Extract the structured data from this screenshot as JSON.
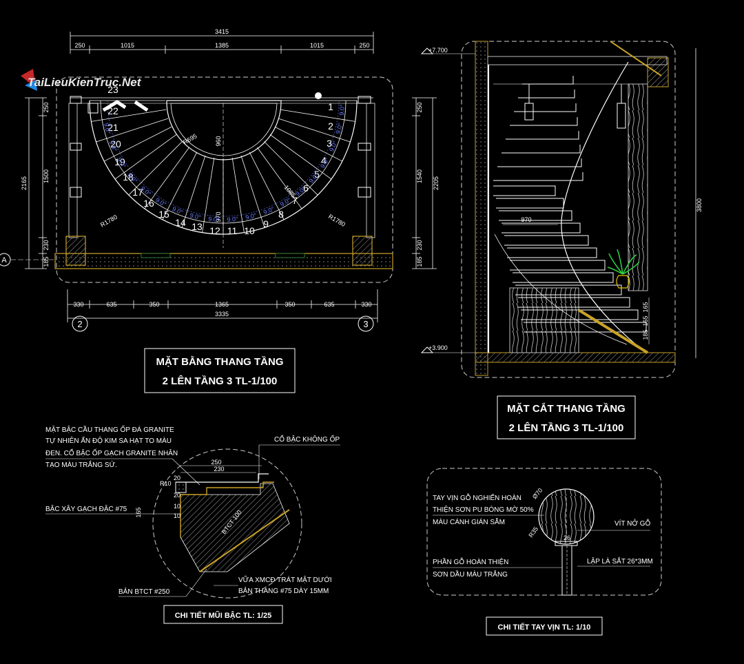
{
  "watermark": "TaiLieuKienTruc.Net",
  "plan": {
    "title_line1": "MẶT BẰNG THANG TẦNG",
    "title_line2": "2 LÊN TẦNG 3 TL-1/100",
    "dims_top": [
      "3415",
      "250",
      "1015",
      "1385",
      "1015",
      "250"
    ],
    "dims_bottom": [
      "330",
      "635",
      "350",
      "1365",
      "350",
      "635",
      "330",
      "3335"
    ],
    "dims_left": [
      "250",
      "1500",
      "230",
      "185",
      "2165"
    ],
    "dims_right": [
      "250",
      "1540",
      "230",
      "185",
      "2205"
    ],
    "radius_inner": "R695",
    "radius_outer": "R1780",
    "depth_center": "960",
    "width_center": "970",
    "tread_label": "1085",
    "angle": "9.0°",
    "steps": [
      "1",
      "2",
      "3",
      "4",
      "5",
      "6",
      "7",
      "8",
      "9",
      "10",
      "11",
      "12",
      "13",
      "14",
      "15",
      "16",
      "17",
      "18",
      "19",
      "20",
      "21",
      "22",
      "23"
    ],
    "axis_a": "A",
    "axis_2": "2",
    "axis_3": "3"
  },
  "section": {
    "title_line1": "MẶT CẮT THANG TẦNG",
    "title_line2": "2 LÊN TẦNG 3 TL-1/100",
    "level_top": "+7.700",
    "level_bottom": "+3.900",
    "height": "3800",
    "width": "970",
    "riser1": "165",
    "riser2": "165",
    "riser3": "185"
  },
  "detail_step": {
    "title": "CHI TIẾT MŨI BẬC TL: 1/25",
    "note_finish": [
      "MẶT BẬC CẦU THANG ỐP ĐÁ GRANITE",
      "TỰ NHIÊN ẤN ĐỘ KIM SA HẠT TO MÀU",
      "ĐEN. CỔ BẬC ỐP GẠCH GRANITE NHÂN",
      "TẠO MÀU TRẮNG SỨ."
    ],
    "note_riser": "CỔ BẬC KHÔNG ỐP",
    "note_brick": "BẬC XÂY GẠCH ĐẶC #75",
    "note_slab": "BẢN BTCT #250",
    "note_mortar": [
      "VỮA XMCĐ TRÁT MẶT DƯỚI",
      "BẢN THANG #75 DÀY 15MM"
    ],
    "dims": [
      "250",
      "230",
      "20",
      "10",
      "R10",
      "20",
      "165",
      "10",
      "BTCT 100"
    ]
  },
  "detail_rail": {
    "title": "CHI TIẾT TAY VỊN TL: 1/10",
    "note_rail": [
      "TAY VỊN GỖ NGHIẾN HOÀN",
      "THIỆN SƠN PU BÓNG MỜ 50%",
      "MÀU CÁNH GIÁN SẪM"
    ],
    "note_screw": "VÍT NỞ GỖ",
    "note_wood": [
      "PHẦN GỖ HOÀN THIỆN",
      "SƠN DẦU MÀU TRẮNG"
    ],
    "note_plate": "LẬP LÀ SẮT 26*3MM",
    "dims": [
      "Ø70",
      "R35",
      "26"
    ]
  }
}
